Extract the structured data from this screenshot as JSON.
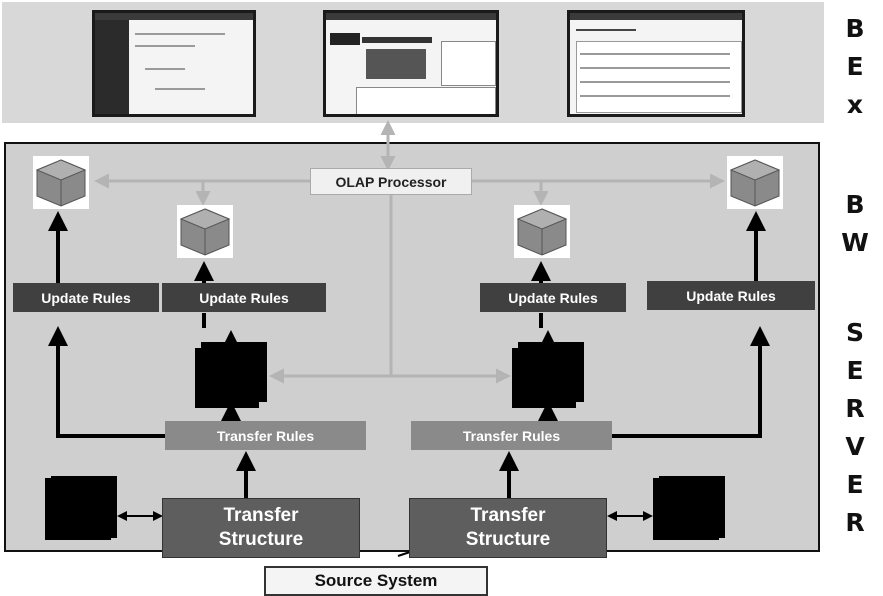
{
  "bex_label": [
    "B",
    "E",
    "x"
  ],
  "bw_label": [
    "B",
    "W"
  ],
  "server_label": [
    "S",
    "E",
    "R",
    "V",
    "E",
    "R"
  ],
  "olap_processor": "OLAP Processor",
  "update_rules": [
    "Update Rules",
    "Update Rules",
    "Update Rules",
    "Update Rules"
  ],
  "transfer_rules": [
    "Transfer Rules",
    "Transfer Rules"
  ],
  "transfer_structure": [
    "Transfer\nStructure",
    "Transfer\nStructure"
  ],
  "source_system": "Source System",
  "colors": {
    "band": "#d8d8d8",
    "server": "#cfcfcf",
    "update_rules": "#404040",
    "transfer_rules": "#8a8a8a",
    "transfer_structure": "#5e5e5e",
    "gray_arrow": "#b4b4b4"
  }
}
